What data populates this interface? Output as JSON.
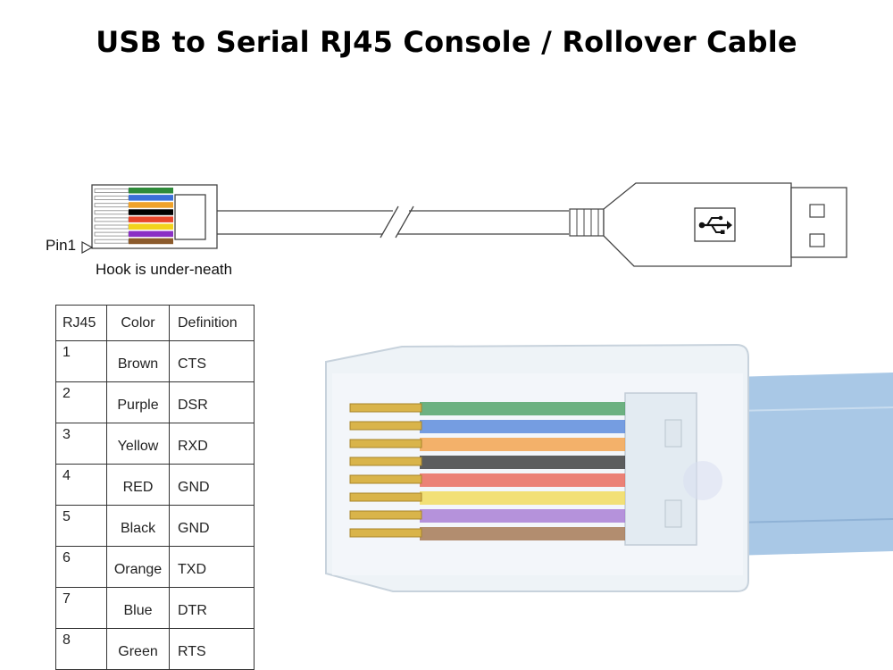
{
  "title": "USB to Serial RJ45 Console / Rollover Cable",
  "labels": {
    "pin1": "Pin1",
    "hook_note": "Hook is under-neath"
  },
  "icons": {
    "usb_symbol": "usb-icon",
    "pin_pointer": "triangle-pointer-icon"
  },
  "wire_colors": [
    "#2e8b3a",
    "#3a6fd8",
    "#f0a22a",
    "#000000",
    "#e8452a",
    "#f2d21c",
    "#8a2fc4",
    "#8b5a2b"
  ],
  "table": {
    "headers": [
      "RJ45",
      "Color",
      "Definition"
    ],
    "rows": [
      {
        "pin": "1",
        "color": "Brown",
        "definition": "CTS"
      },
      {
        "pin": "2",
        "color": "Purple",
        "definition": "DSR"
      },
      {
        "pin": "3",
        "color": "Yellow",
        "definition": "RXD"
      },
      {
        "pin": "4",
        "color": "RED",
        "definition": "GND"
      },
      {
        "pin": "5",
        "color": "Black",
        "definition": "GND"
      },
      {
        "pin": "6",
        "color": "Orange",
        "definition": "TXD"
      },
      {
        "pin": "7",
        "color": "Blue",
        "definition": "DTR"
      },
      {
        "pin": "8",
        "color": "Green",
        "definition": "RTS"
      }
    ]
  },
  "photo_colors": {
    "cable": "#a9c8e6",
    "plug_body": "#eef3f7",
    "gold": "#d9b44a",
    "photo_wires": [
      "#3f9a58",
      "#4b7fd8",
      "#f39a3a",
      "#2a2a2a",
      "#e85a4a",
      "#f2d84a",
      "#a070d0",
      "#9c6a40"
    ]
  }
}
